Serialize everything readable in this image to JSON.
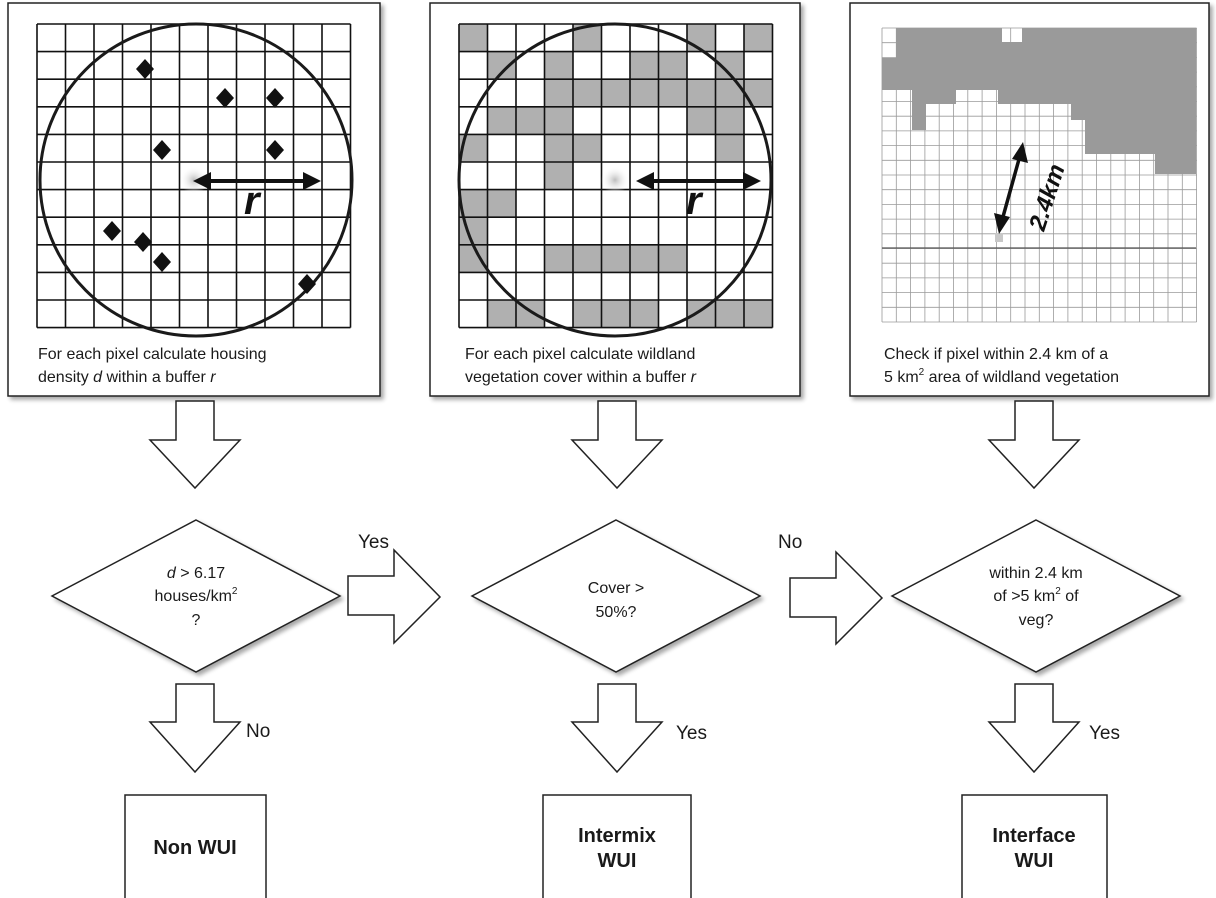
{
  "panels": [
    {
      "caption_line1": "For each pixel calculate housing",
      "caption_line2_pre": "density ",
      "caption_line2_var": "d",
      "caption_line2_post": " within a buffer ",
      "caption_line2_r": "r",
      "radius_label": "r"
    },
    {
      "caption_line1": "For each pixel calculate wildland",
      "caption_line2_pre": "vegetation cover within a buffer ",
      "caption_line2_r": "r",
      "radius_label": "r"
    },
    {
      "caption_line1": "Check if pixel within 2.4 km of a",
      "caption_line2_pre": "5 km",
      "caption_line2_sup": "2",
      "caption_line2_post": " area of wildland vegetation",
      "distance_label": "2.4km"
    }
  ],
  "decisions": [
    {
      "line1_var": "d",
      "line1_rest": " > 6.17",
      "line2": "houses/km",
      "line2_sup": "2",
      "line3": "?"
    },
    {
      "line1": "Cover >",
      "line2": "50%?"
    },
    {
      "line1": "within 2.4 km",
      "line2_pre": "of >5 km",
      "line2_sup": "2",
      "line2_post": " of",
      "line3": "veg?"
    }
  ],
  "edge_labels": {
    "d1_to_d2": "Yes",
    "d2_to_d3": "No",
    "d1_down": "No",
    "d2_down": "Yes",
    "d3_down": "Yes"
  },
  "results": [
    {
      "line1": "Non WUI"
    },
    {
      "line1": "Intermix",
      "line2": "WUI"
    },
    {
      "line1": "Interface",
      "line2": "WUI"
    }
  ]
}
